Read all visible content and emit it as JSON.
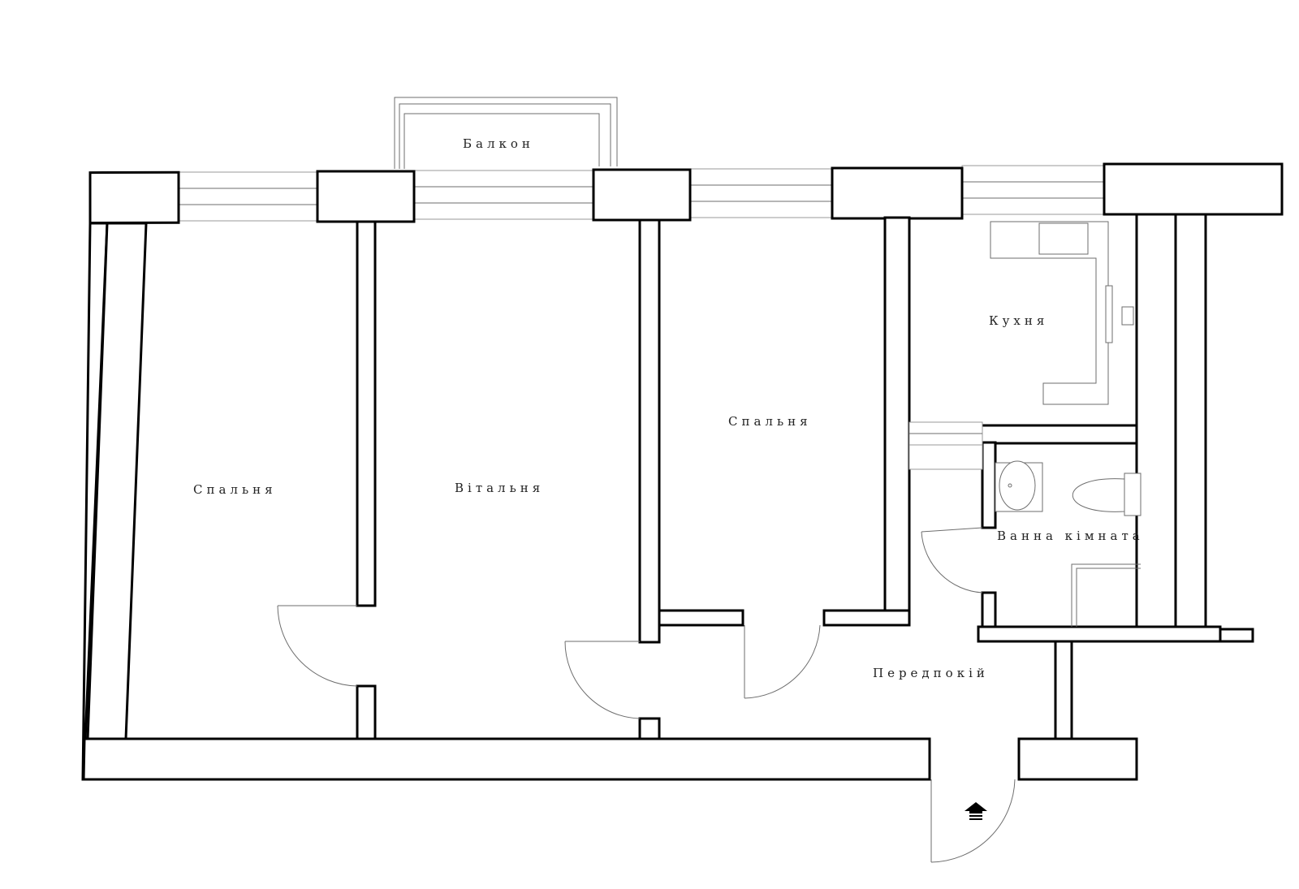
{
  "rooms": {
    "balcony": "Балкон",
    "bedroom_left": "Спальня",
    "living_room": "Вітальня",
    "bedroom_right": "Спальня",
    "kitchen": "Кухня",
    "bathroom": "Ванна кімната",
    "hallway": "Передпокій"
  },
  "icons": {
    "entrance": "entrance-arrow-icon"
  },
  "colors": {
    "wall_stroke": "#000000",
    "fixture_stroke": "#6e6e6e",
    "background": "#ffffff"
  }
}
